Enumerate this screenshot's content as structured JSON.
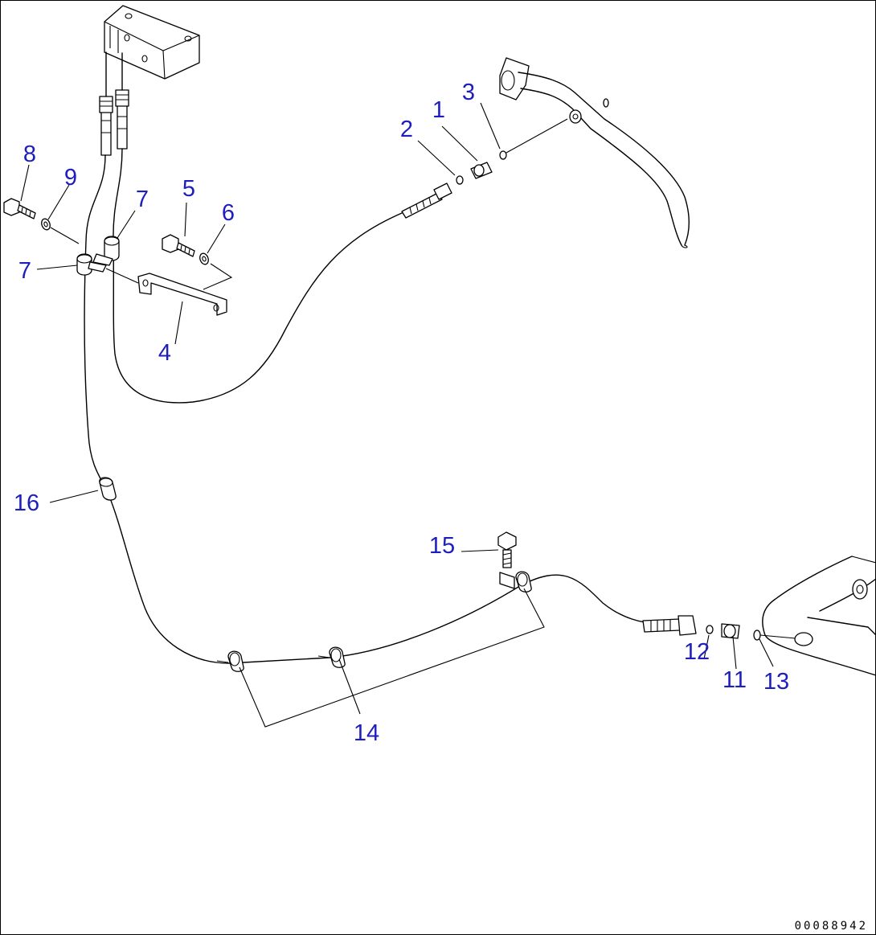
{
  "diagram": {
    "callouts": {
      "c1": "1",
      "c2": "2",
      "c3": "3",
      "c4": "4",
      "c5": "5",
      "c6": "6",
      "c7a": "7",
      "c7b": "7",
      "c8": "8",
      "c9": "9",
      "c11": "11",
      "c12": "12",
      "c13": "13",
      "c14": "14",
      "c15": "15",
      "c16": "16"
    },
    "callout_color": "#1e1ebe",
    "line_color": "#000000"
  },
  "footer": {
    "document_number": "00088942"
  }
}
